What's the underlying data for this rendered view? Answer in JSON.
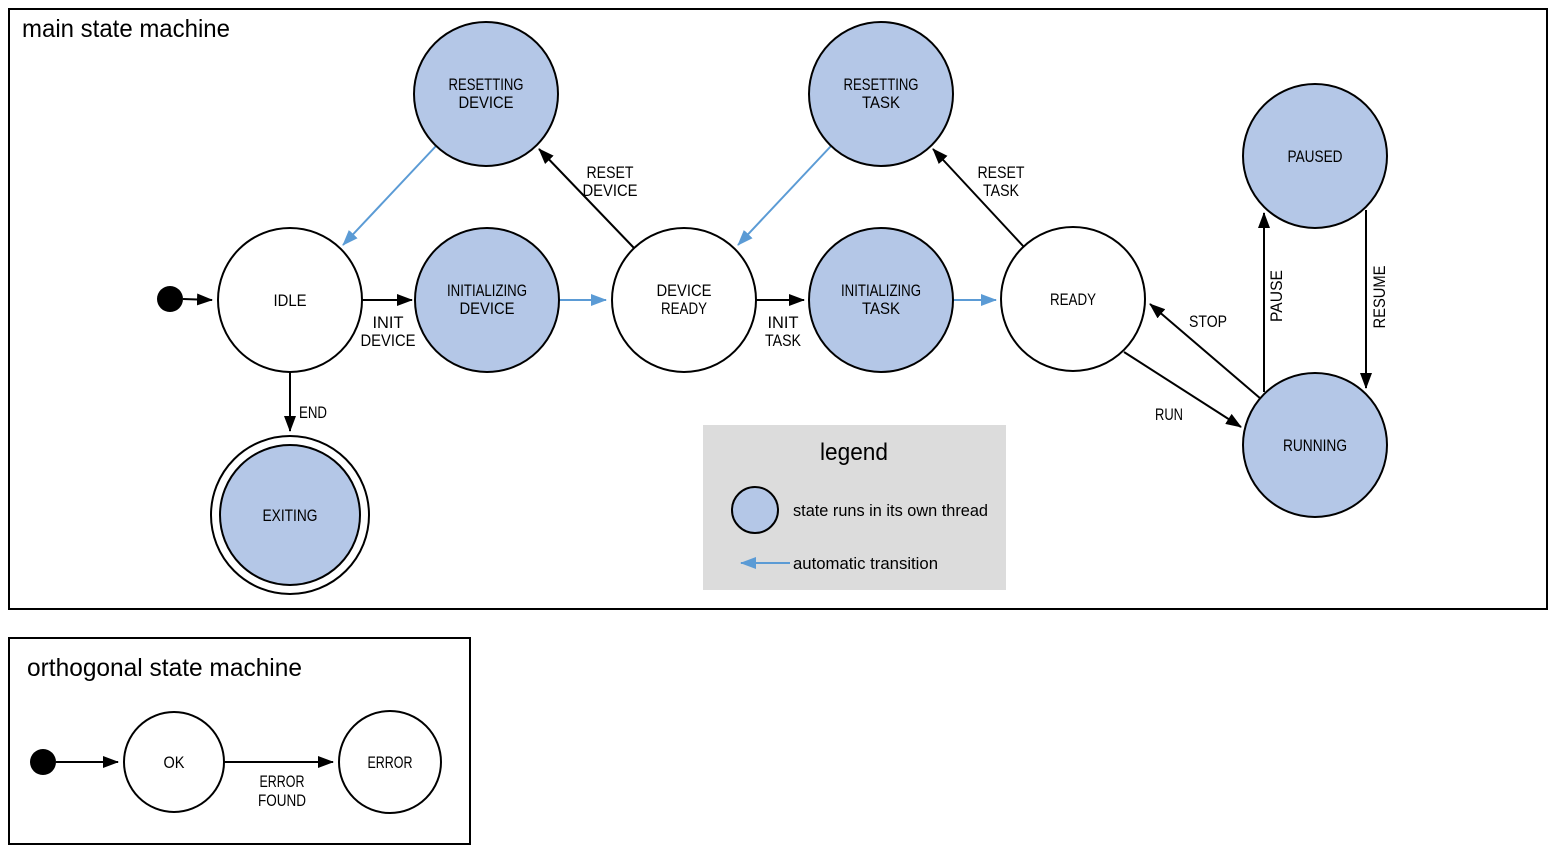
{
  "colors": {
    "thread_state_fill": "#b4c7e7",
    "plain_state_fill": "#ffffff",
    "automatic_transition": "#5b9bd5",
    "legend_background": "#dcdcdc",
    "line": "#000000"
  },
  "main": {
    "title": "main state machine",
    "states": {
      "idle": {
        "lines": [
          "IDLE"
        ]
      },
      "resetting_device": {
        "lines": [
          "RESETTING",
          "DEVICE"
        ]
      },
      "initializing_device": {
        "lines": [
          "INITIALIZING",
          "DEVICE"
        ]
      },
      "device_ready": {
        "lines": [
          "DEVICE",
          "READY"
        ]
      },
      "resetting_task": {
        "lines": [
          "RESETTING",
          "TASK"
        ]
      },
      "initializing_task": {
        "lines": [
          "INITIALIZING",
          "TASK"
        ]
      },
      "ready": {
        "lines": [
          "READY"
        ]
      },
      "paused": {
        "lines": [
          "PAUSED"
        ]
      },
      "running": {
        "lines": [
          "RUNNING"
        ]
      },
      "exiting": {
        "lines": [
          "EXITING"
        ]
      }
    },
    "transitions": {
      "init_device": {
        "lines": [
          "INIT",
          "DEVICE"
        ]
      },
      "reset_device": {
        "lines": [
          "RESET",
          "DEVICE"
        ]
      },
      "init_task": {
        "lines": [
          "INIT",
          "TASK"
        ]
      },
      "reset_task": {
        "lines": [
          "RESET",
          "TASK"
        ]
      },
      "stop": {
        "lines": [
          "STOP"
        ]
      },
      "run": {
        "lines": [
          "RUN"
        ]
      },
      "pause": {
        "lines": [
          "PAUSE"
        ]
      },
      "resume": {
        "lines": [
          "RESUME"
        ]
      },
      "end": {
        "lines": [
          "END"
        ]
      }
    },
    "legend": {
      "title": "legend",
      "thread_label": "state runs in its own thread",
      "auto_label": "automatic transition"
    }
  },
  "orthogonal": {
    "title": "orthogonal state machine",
    "states": {
      "ok": {
        "lines": [
          "OK"
        ]
      },
      "error": {
        "lines": [
          "ERROR"
        ]
      }
    },
    "transitions": {
      "error_found": {
        "lines": [
          "ERROR",
          "FOUND"
        ]
      }
    }
  }
}
